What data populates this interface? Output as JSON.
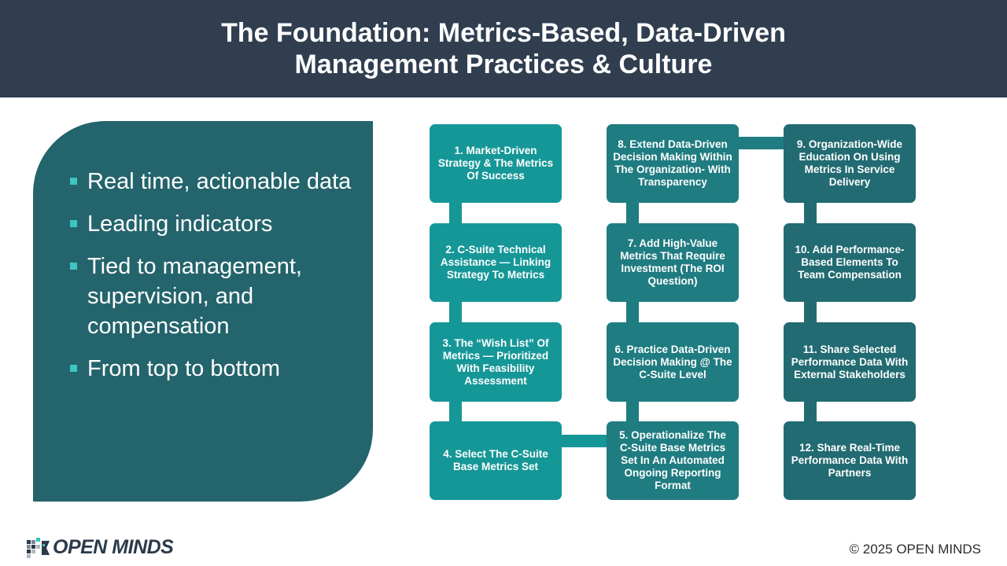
{
  "header": {
    "title_line1": "The Foundation: Metrics-Based, Data-Driven",
    "title_line2": "Management Practices & Culture"
  },
  "bullets": [
    "Real time, actionable data",
    "Leading indicators",
    "Tied to management, supervision, and compensation",
    "From top to bottom"
  ],
  "steps": [
    "1. Market-Driven Strategy & The Metrics Of Success",
    "2. C-Suite Technical Assistance — Linking Strategy To Metrics",
    "3. The “Wish List” Of Metrics — Prioritized With Feasibility Assessment",
    "4. Select The C-Suite Base Metrics Set",
    "5. Operationalize The C-Suite Base Metrics Set In An Automated Ongoing Reporting Format",
    "6. Practice Data-Driven Decision Making @ The C-Suite Level",
    "7. Add High-Value Metrics That Require Investment (The ROI Question)",
    "8. Extend Data-Driven Decision Making Within The Organization- With Transparency",
    "9. Organization-Wide Education On Using Metrics In Service Delivery",
    "10. Add Performance-Based Elements To Team Compensation",
    "11. Share Selected Performance Data With External Stakeholders",
    "12. Share Real-Time Performance Data With Partners"
  ],
  "colors": {
    "header": "#303e50",
    "panel": "#24646c",
    "bullet": "#3cc5c3",
    "column1": "#169797",
    "column2": "#1f7c81",
    "column3": "#226b72"
  },
  "footer": {
    "logo_text": "OPEN MINDS",
    "logo_icon": "open-minds-logo-icon",
    "copyright": "© 2025 OPEN MINDS"
  }
}
